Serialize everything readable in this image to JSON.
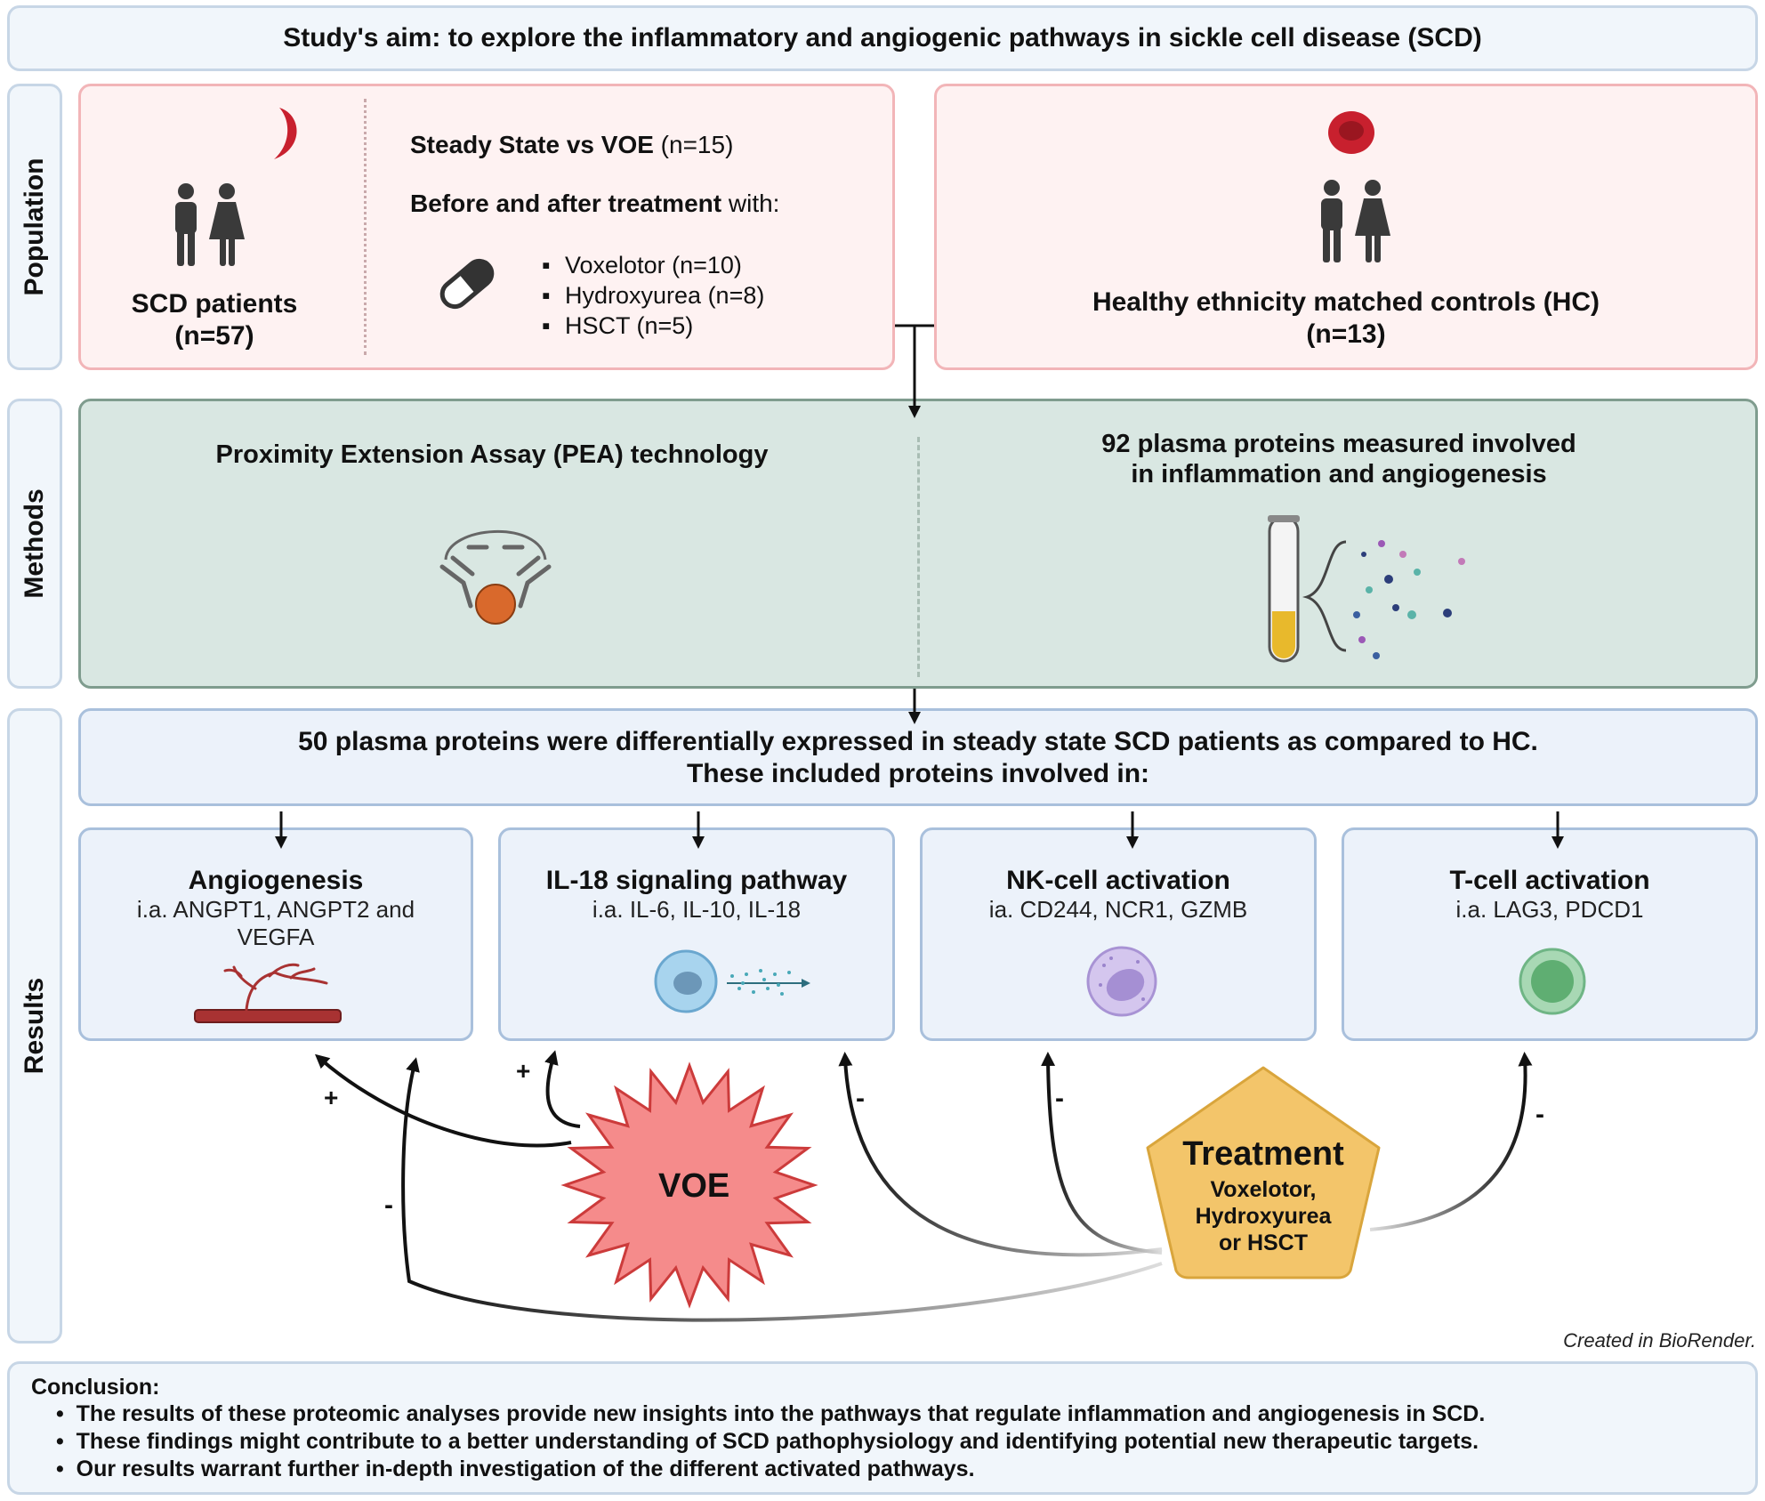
{
  "aim": "Study's aim: to explore the inflammatory and angiogenic pathways in sickle cell disease (SCD)",
  "sections": {
    "population": "Population",
    "methods": "Methods",
    "results": "Results"
  },
  "population": {
    "scd_label": "SCD patients",
    "scd_n": "(n=57)",
    "steady_bold": "Steady State vs VOE",
    "steady_n": " (n=15)",
    "before_bold": "Before and after treatment",
    "before_rest": " with:",
    "treatments": [
      "Voxelotor (n=10)",
      "Hydroxyurea (n=8)",
      "HSCT (n=5)"
    ],
    "hc_label": "Healthy ethnicity matched controls (HC)",
    "hc_n": "(n=13)"
  },
  "methods": {
    "pea": "Proximity Extension Assay (PEA) technology",
    "proteins_line1": "92 plasma proteins measured involved",
    "proteins_line2": "in inflammation and angiogenesis"
  },
  "results": {
    "line1": "50 plasma proteins were differentially expressed in steady state SCD patients as compared to HC.",
    "line2": "These included proteins involved in:",
    "pathways": [
      {
        "title": "Angiogenesis",
        "sub1": "i.a. ANGPT1, ANGPT2 and",
        "sub2": "VEGFA"
      },
      {
        "title": "IL-18 signaling pathway",
        "sub1": "i.a. IL-6, IL-10, IL-18",
        "sub2": ""
      },
      {
        "title": "NK-cell activation",
        "sub1": "ia. CD244, NCR1, GZMB",
        "sub2": ""
      },
      {
        "title": "T-cell activation",
        "sub1": "i.a. LAG3, PDCD1",
        "sub2": ""
      }
    ],
    "voe": "VOE",
    "treatment_title": "Treatment",
    "treatment_lines": [
      "Voxelotor,",
      "Hydroxyurea",
      "or HSCT"
    ],
    "signs": {
      "voe_angio": "+",
      "voe_il18": "+",
      "treat_angio": "-",
      "treat_il18": "-",
      "treat_nk": "-",
      "treat_t": "-"
    }
  },
  "credit": "Created in BioRender.",
  "conclusion": {
    "title": "Conclusion:",
    "bullets": [
      "The results of these proteomic analyses provide new insights into the pathways that regulate inflammation and angiogenesis in SCD.",
      "These findings might contribute to a better understanding of SCD pathophysiology and identifying potential new therapeutic targets.",
      "Our results warrant further in-depth investigation of the different activated pathways."
    ]
  },
  "colors": {
    "sickle_cell": "#c8202e",
    "voe_fill": "#f58b8b",
    "treatment_fill": "#f3c56a",
    "vessel": "#a83232",
    "bead": "#d9692c"
  }
}
